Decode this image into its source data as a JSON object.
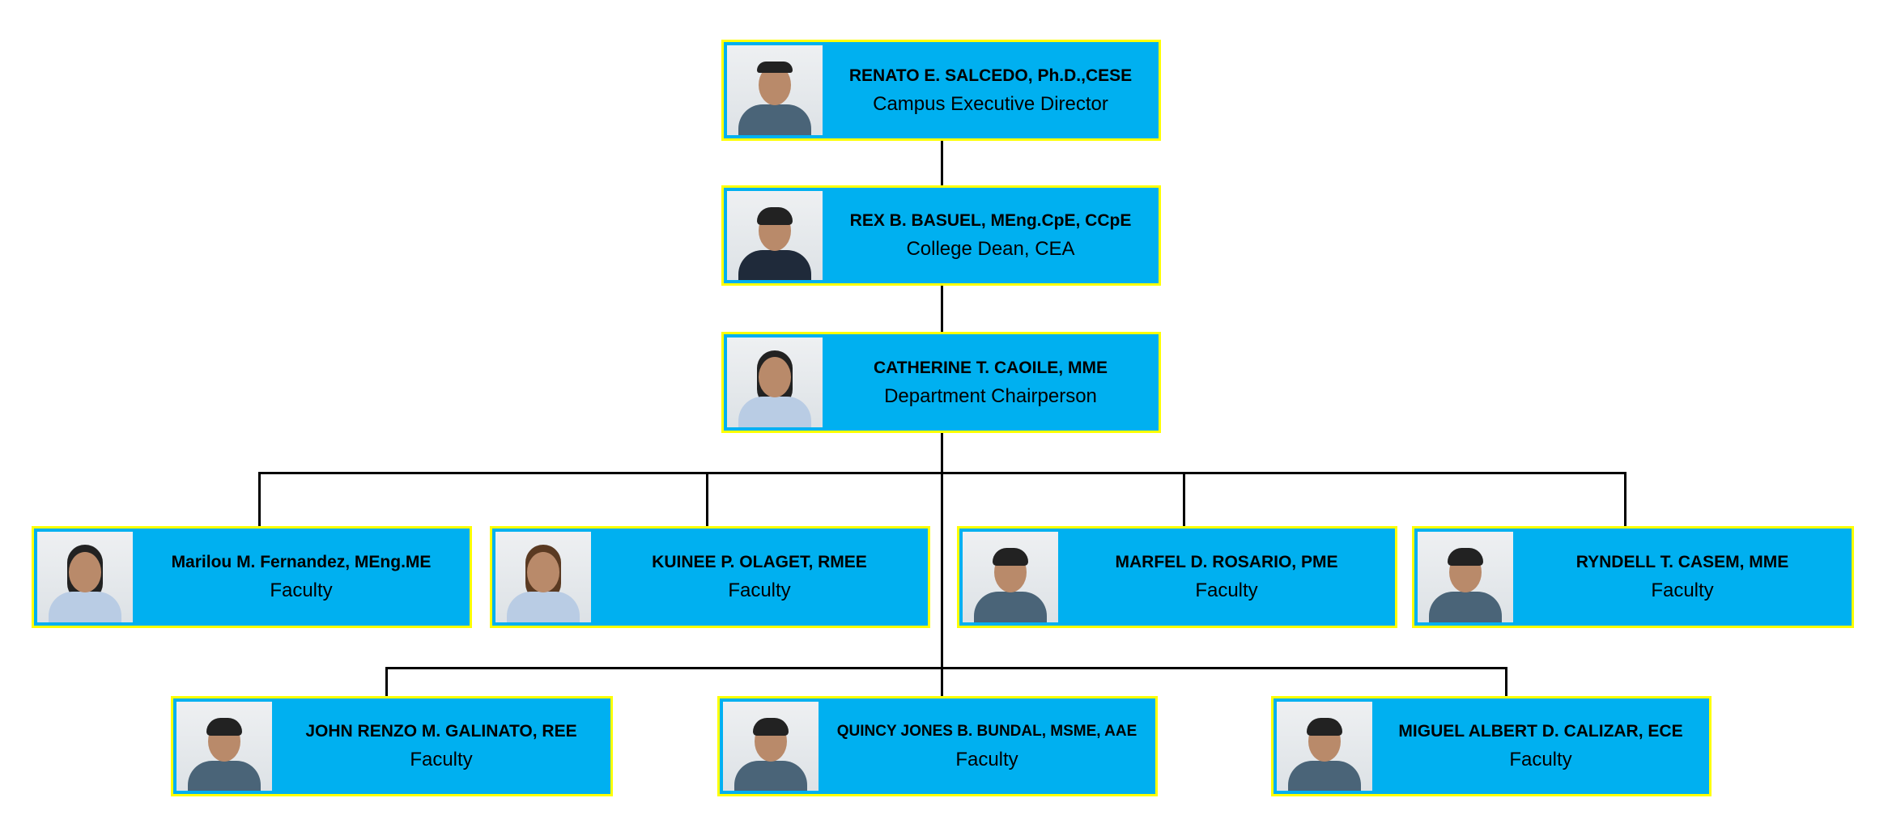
{
  "colors": {
    "box_fill": "#00b0f0",
    "box_border": "#ffff00",
    "line": "#000000"
  },
  "nodes": [
    {
      "name": "RENATO E. SALCEDO, Ph.D.,CESE",
      "title": "Campus Executive Director"
    },
    {
      "name": "REX B. BASUEL, MEng.CpE, CCpE",
      "title": "College Dean, CEA"
    },
    {
      "name": "CATHERINE T. CAOILE, MME",
      "title": "Department Chairperson"
    },
    {
      "name": "Marilou M. Fernandez, MEng.ME",
      "title": "Faculty"
    },
    {
      "name": "KUINEE P. OLAGET, RMEE",
      "title": "Faculty"
    },
    {
      "name": "MARFEL D. ROSARIO, PME",
      "title": "Faculty"
    },
    {
      "name": "RYNDELL T. CASEM, MME",
      "title": "Faculty"
    },
    {
      "name": "JOHN RENZO M. GALINATO, REE",
      "title": "Faculty"
    },
    {
      "name": "QUINCY JONES B. BUNDAL, MSME, AAE",
      "title": "Faculty"
    },
    {
      "name": "MIGUEL ALBERT D. CALIZAR, ECE",
      "title": "Faculty"
    }
  ]
}
